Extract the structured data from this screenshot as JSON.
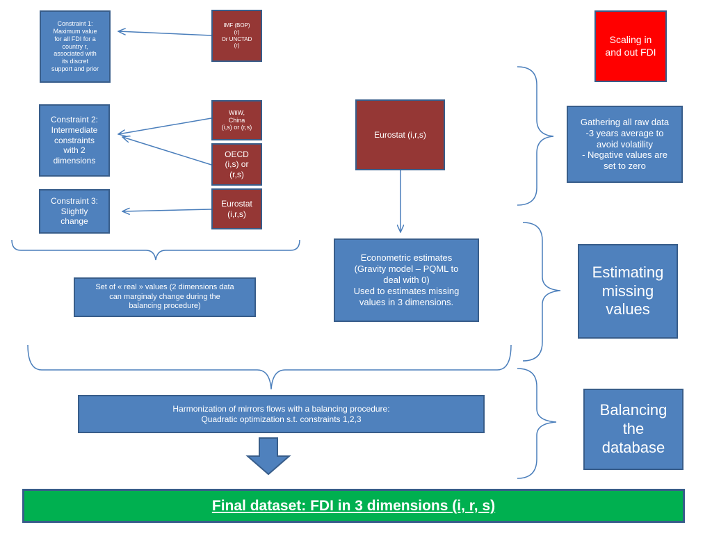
{
  "constraints": {
    "c1": "Constraint 1:\nMaximum value\nfor all FDI for a\ncountry r,\nassociated with\nits  discret\nsupport and prior",
    "c2": "Constraint 2:\nIntermediate\nconstraints\nwith 2\ndimensions",
    "c3": "Constraint 3:\nSlightly\nchange"
  },
  "sources": {
    "imf": "IMF (BOP)\n(r)\nOr  UNCTAD\n(r)",
    "wiiw": "WiiW,\nChina\n(i,s) or (r,s)",
    "oecd": "OECD\n(i,s) or\n(r,s)",
    "eurostat_small": "Eurostat\n(i,r,s)",
    "eurostat_large": "Eurostat (i,r,s)"
  },
  "real_values": "Set of « real » values (2 dimensions data\ncan marginaly change during the\nbalancing procedure)",
  "econometric": "Econometric estimates\n(Gravity model – PQML to\ndeal with 0)\nUsed to estimates missing\nvalues in 3 dimensions.",
  "harmonization": "Harmonization of mirrors flows with a balancing procedure:\nQuadratic optimization s.t. constraints 1,2,3",
  "final": "Final dataset: FDI in 3 dimensions (i, r, s)",
  "stages": {
    "scaling": "Scaling in\nand out FDI",
    "gathering": "Gathering all raw data\n-3 years average to\navoid volatility\n- Negative values are\nset to zero",
    "estimating": "Estimating\nmissing\nvalues",
    "balancing": "Balancing\nthe\ndatabase"
  },
  "colors": {
    "box_blue": "#4f81bd",
    "box_maroon": "#953735",
    "box_red": "#ff0000",
    "box_green": "#00b050",
    "line_blue": "#4a7ebb"
  }
}
